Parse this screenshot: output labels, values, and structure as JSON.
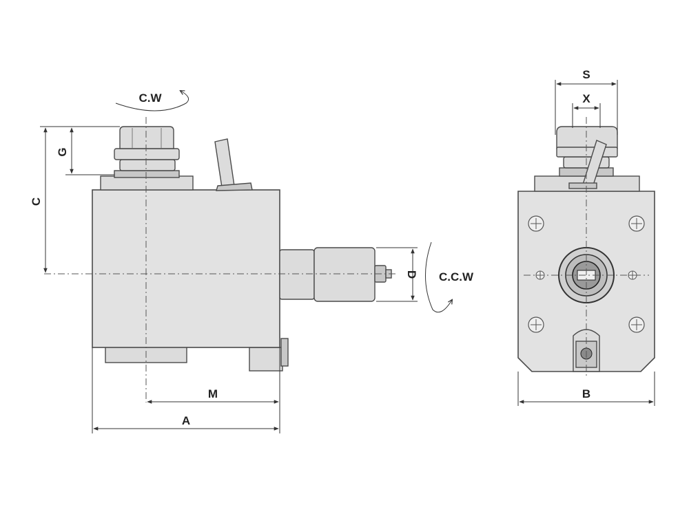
{
  "labels": {
    "side_view": {
      "cw": "C.W",
      "ccw": "C.C.W",
      "g": "G",
      "c": "C",
      "d": "D",
      "m": "M",
      "a": "A"
    },
    "front_view": {
      "s": "S",
      "x": "X",
      "b": "B"
    }
  }
}
